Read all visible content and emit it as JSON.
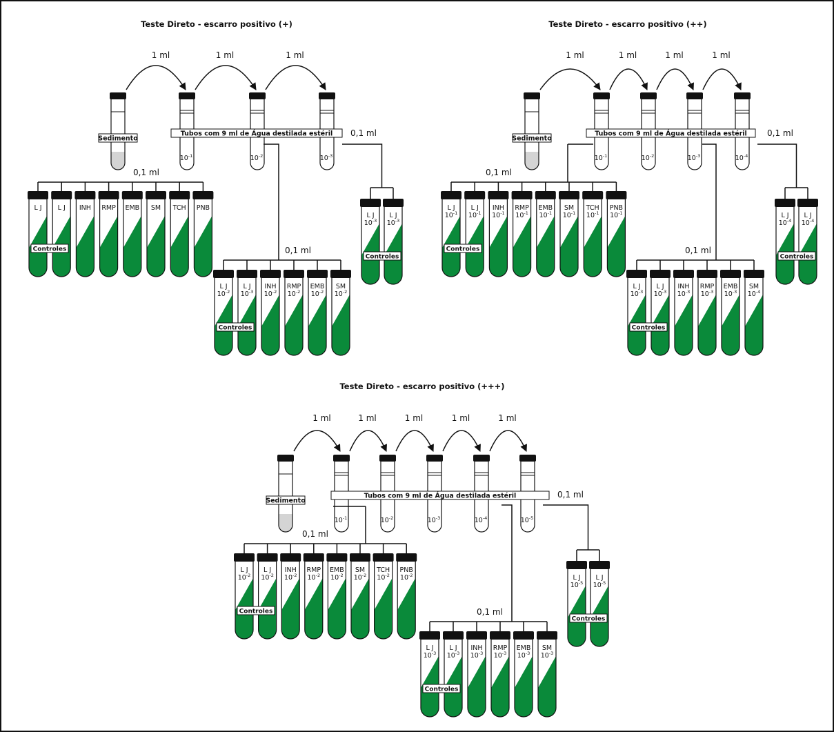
{
  "panels": [
    {
      "id": "p1",
      "title": "Teste Direto - escarro positivo (+)",
      "transfer_volume": "1 ml",
      "plating_volume": "0,1 ml",
      "sediment_label": "Sedimento",
      "diluent_label": "Tubos com 9 ml de Água destilada estéril",
      "dilutions": [
        "10",
        "10",
        "10"
      ],
      "dilution_exponents": [
        "-1",
        "-2",
        "-3"
      ],
      "controls_label": "Controles",
      "groups": [
        {
          "tubes": [
            {
              "label": "L J",
              "exp": ""
            },
            {
              "label": "L J",
              "exp": ""
            },
            {
              "label": "INH",
              "exp": ""
            },
            {
              "label": "RMP",
              "exp": ""
            },
            {
              "label": "EMB",
              "exp": ""
            },
            {
              "label": "SM",
              "exp": ""
            },
            {
              "label": "TCH",
              "exp": ""
            },
            {
              "label": "PNB",
              "exp": ""
            }
          ]
        },
        {
          "tubes": [
            {
              "label": "L J",
              "exp": "-2"
            },
            {
              "label": "L J",
              "exp": "-3"
            },
            {
              "label": "INH",
              "exp": "-2"
            },
            {
              "label": "RMP",
              "exp": "-2"
            },
            {
              "label": "EMB",
              "exp": "-2"
            },
            {
              "label": "SM",
              "exp": "-2"
            }
          ]
        },
        {
          "tubes": [
            {
              "label": "L J",
              "exp": "-3"
            },
            {
              "label": "L J",
              "exp": "-3"
            }
          ]
        }
      ]
    },
    {
      "id": "p2",
      "title": "Teste Direto - escarro positivo (++)",
      "transfer_volume": "1 ml",
      "plating_volume": "0,1 ml",
      "sediment_label": "Sedimento",
      "diluent_label": "Tubos com 9 ml de Água destilada estéril",
      "dilutions": [
        "10",
        "10",
        "10",
        "10"
      ],
      "dilution_exponents": [
        "-1",
        "-2",
        "-3",
        "-4"
      ],
      "controls_label": "Controles",
      "groups": [
        {
          "tubes": [
            {
              "label": "L J",
              "exp": "-1"
            },
            {
              "label": "L J",
              "exp": "-1"
            },
            {
              "label": "INH",
              "exp": "-1"
            },
            {
              "label": "RMP",
              "exp": "-1"
            },
            {
              "label": "EMB",
              "exp": "-1"
            },
            {
              "label": "SM",
              "exp": "-1"
            },
            {
              "label": "TCH",
              "exp": "-1"
            },
            {
              "label": "PNB",
              "exp": "-1"
            }
          ]
        },
        {
          "tubes": [
            {
              "label": "L J",
              "exp": "-3"
            },
            {
              "label": "L J",
              "exp": "-3"
            },
            {
              "label": "INH",
              "exp": "-3"
            },
            {
              "label": "RMP",
              "exp": "-3"
            },
            {
              "label": "EMB",
              "exp": "-3"
            },
            {
              "label": "SM",
              "exp": "-4"
            }
          ]
        },
        {
          "tubes": [
            {
              "label": "L J",
              "exp": "-4"
            },
            {
              "label": "L J",
              "exp": "-4"
            }
          ]
        }
      ]
    },
    {
      "id": "p3",
      "title": "Teste Direto - escarro positivo (+++)",
      "transfer_volume": "1 ml",
      "plating_volume": "0,1 ml",
      "sediment_label": "Sedimento",
      "diluent_label": "Tubos com 9 ml de Água destilada estéril",
      "dilutions": [
        "10",
        "10",
        "10",
        "10",
        "10"
      ],
      "dilution_exponents": [
        "-1",
        "-2",
        "-3",
        "-4",
        "-5"
      ],
      "controls_label": "Controles",
      "groups": [
        {
          "tubes": [
            {
              "label": "L J",
              "exp": "-2"
            },
            {
              "label": "L J",
              "exp": "-2"
            },
            {
              "label": "INH",
              "exp": "-2"
            },
            {
              "label": "RMP",
              "exp": "-2"
            },
            {
              "label": "EMB",
              "exp": "-2"
            },
            {
              "label": "SM",
              "exp": "-2"
            },
            {
              "label": "TCH",
              "exp": "-2"
            },
            {
              "label": "PNB",
              "exp": "-2"
            }
          ]
        },
        {
          "tubes": [
            {
              "label": "L J",
              "exp": "-3"
            },
            {
              "label": "L J",
              "exp": "-3"
            },
            {
              "label": "INH",
              "exp": "-3"
            },
            {
              "label": "RMP",
              "exp": "-3"
            },
            {
              "label": "EMB",
              "exp": "-3"
            },
            {
              "label": "SM",
              "exp": "-3"
            }
          ]
        },
        {
          "tubes": [
            {
              "label": "L J",
              "exp": "-5"
            },
            {
              "label": "L J",
              "exp": "-5"
            }
          ]
        }
      ]
    }
  ],
  "colors": {
    "medium_green": "#0a8a3a",
    "cap_black": "#111111",
    "sediment_gray": "#d4d4d4",
    "line": "#111111"
  }
}
